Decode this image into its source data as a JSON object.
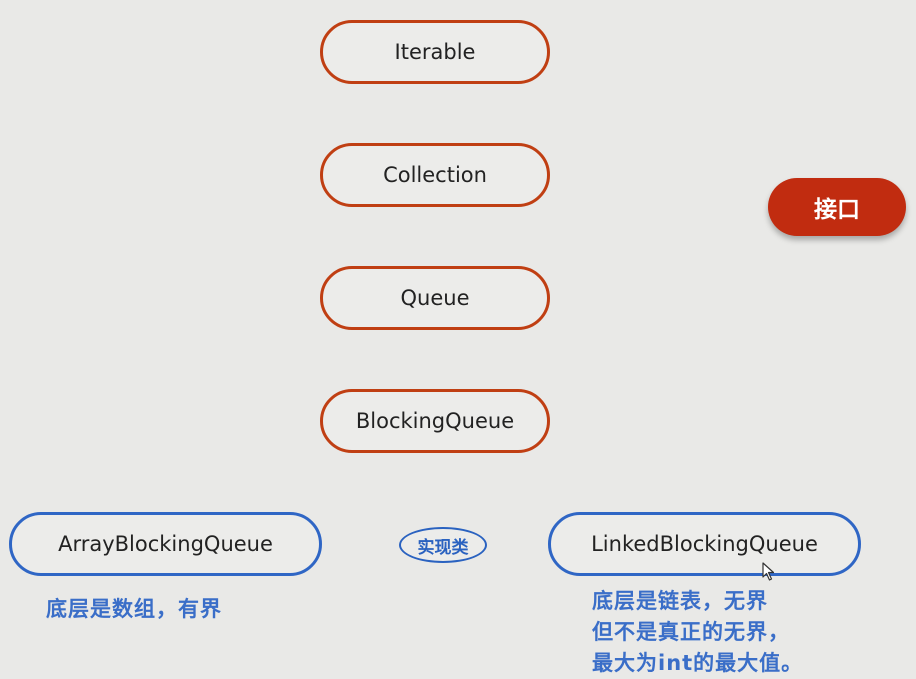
{
  "interfaces": [
    {
      "name": "Iterable"
    },
    {
      "name": "Collection"
    },
    {
      "name": "Queue"
    },
    {
      "name": "BlockingQueue"
    }
  ],
  "implementations": [
    {
      "name": "ArrayBlockingQueue",
      "note": [
        "底层是数组，有界"
      ]
    },
    {
      "name": "LinkedBlockingQueue",
      "note": [
        "底层是链表，无界",
        "但不是真正的无界，",
        "最大为int的最大值。"
      ]
    }
  ],
  "legend": {
    "interface_label": "接口",
    "implementation_label": "实现类"
  },
  "colors": {
    "interface_border": "#c03f13",
    "interface_badge": "#c12c10",
    "implementation_border": "#2f66c5",
    "note_text": "#3a6ec8",
    "background": "#e9e9e7"
  }
}
